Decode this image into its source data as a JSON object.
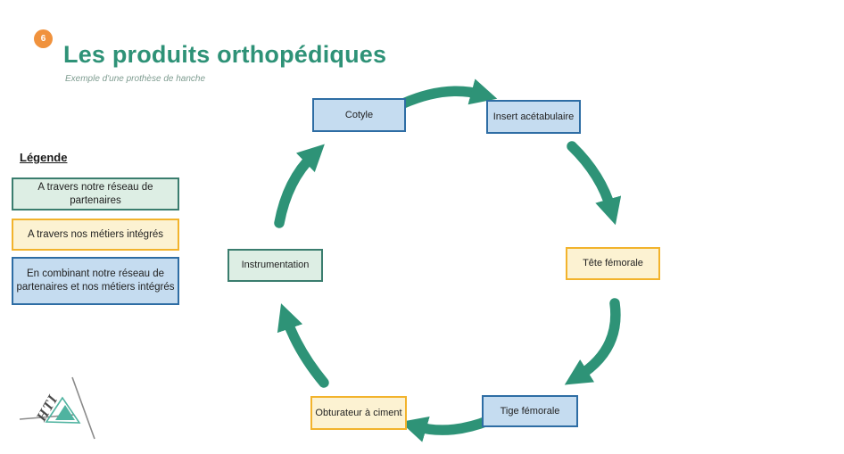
{
  "slide": {
    "badge": "6",
    "title": "Les produits orthopédiques",
    "subtitle": "Exemple d'une prothèse de hanche"
  },
  "legend": {
    "heading": "Légende",
    "items": [
      {
        "label": "A travers notre réseau de partenaires",
        "type": "partners"
      },
      {
        "label": "A travers nos métiers intégrés",
        "type": "integrated"
      },
      {
        "label": "En combinant notre réseau de partenaires et nos métiers intégrés",
        "type": "combined"
      }
    ]
  },
  "cycle": {
    "direction": "clockwise",
    "nodes": [
      {
        "label": "Cotyle",
        "type": "combined"
      },
      {
        "label": "Insert acétabulaire",
        "type": "combined"
      },
      {
        "label": "Tête fémorale",
        "type": "integrated"
      },
      {
        "label": "Tige fémorale",
        "type": "combined"
      },
      {
        "label": "Obturateur à ciment",
        "type": "integrated"
      },
      {
        "label": "Instrumentation",
        "type": "partners"
      }
    ]
  },
  "logo": {
    "text": "HTI"
  },
  "colors": {
    "title_color": "#2E9277",
    "subtitle_color": "#7E9C90",
    "badge_bg": "#F0923D",
    "arrow_color": "#2E9377",
    "partners_fill": "#DDEEE4",
    "partners_border": "#3A7D6E",
    "integrated_fill": "#FCF2D2",
    "integrated_border": "#F2B32C",
    "combined_fill": "#C5DCF0",
    "combined_border": "#2E6DA4",
    "logo_teal": "#4FB3A0",
    "logo_gray": "#8A8A8A"
  }
}
